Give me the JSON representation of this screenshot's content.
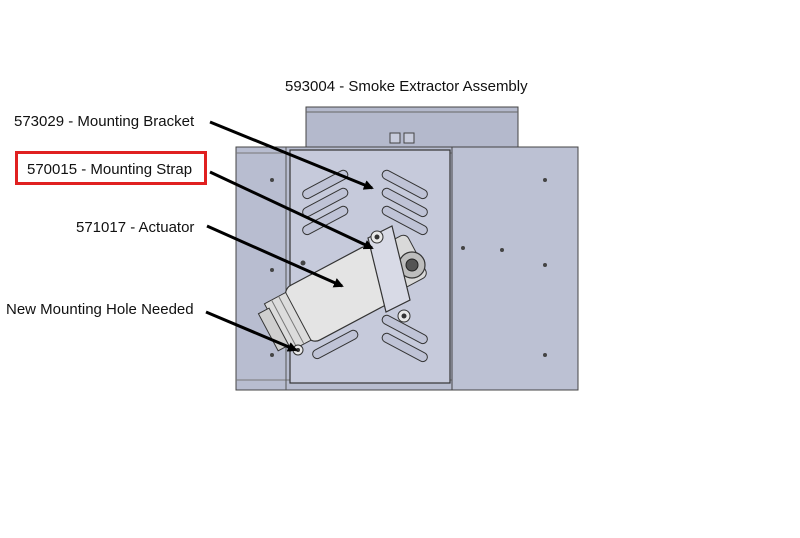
{
  "title": "593004 - Smoke Extractor Assembly",
  "callouts": {
    "bracket": "573029 - Mounting Bracket",
    "strap": "570015 - Mounting Strap",
    "actuator": "571017 - Actuator",
    "hole": "New Mounting Hole Needed"
  },
  "colors": {
    "housing": "#b8bdd0",
    "panel": "#c4c8da",
    "highlight": "#e02020",
    "arrow": "#000000"
  }
}
